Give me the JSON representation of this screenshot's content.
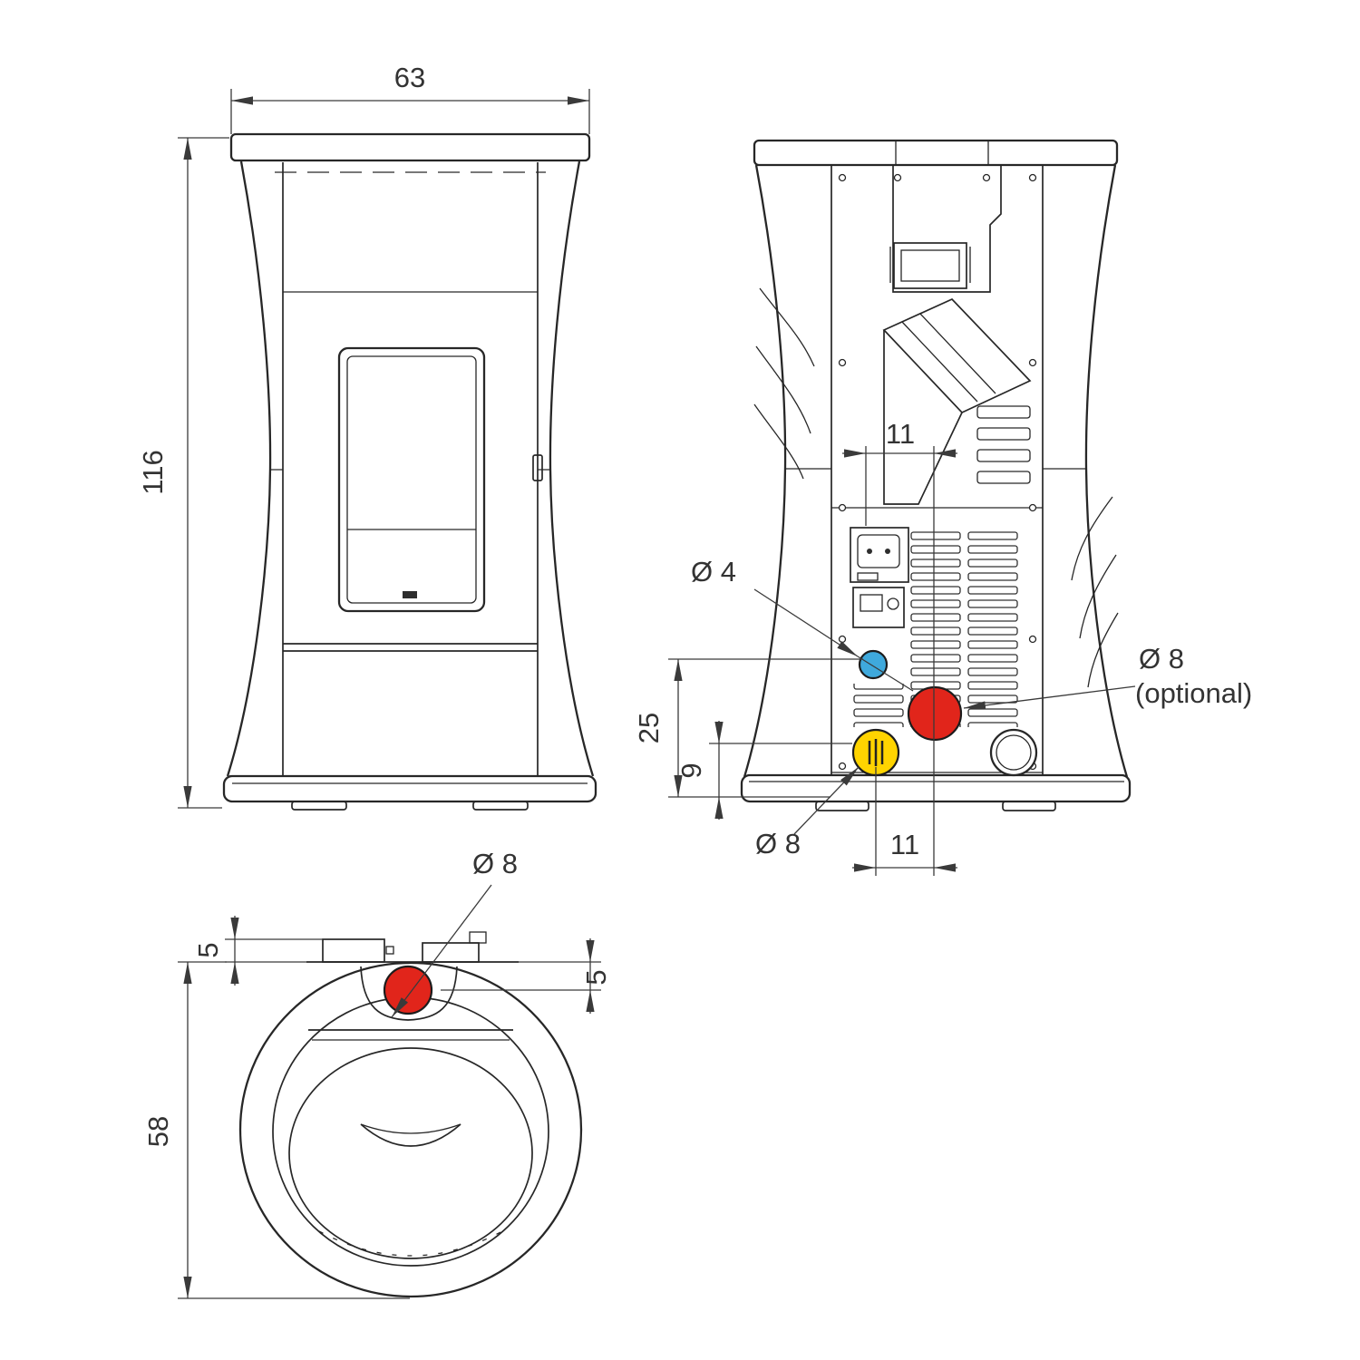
{
  "colors": {
    "red": "#e1251b",
    "blue": "#3fa9dc",
    "yellow": "#ffd400"
  },
  "front_view": {
    "width": "63",
    "height": "116"
  },
  "rear_view": {
    "offset_top": "11",
    "offset_bottom": "11",
    "dim_25": "25",
    "dim_9": "9",
    "label_blue": "Ø 4",
    "label_red": "Ø 8",
    "label_red_note": "(optional)",
    "label_yellow": "Ø 8"
  },
  "top_view": {
    "label_red": "Ø 8",
    "dim_top": "5",
    "dim_right": "5",
    "depth": "58"
  }
}
